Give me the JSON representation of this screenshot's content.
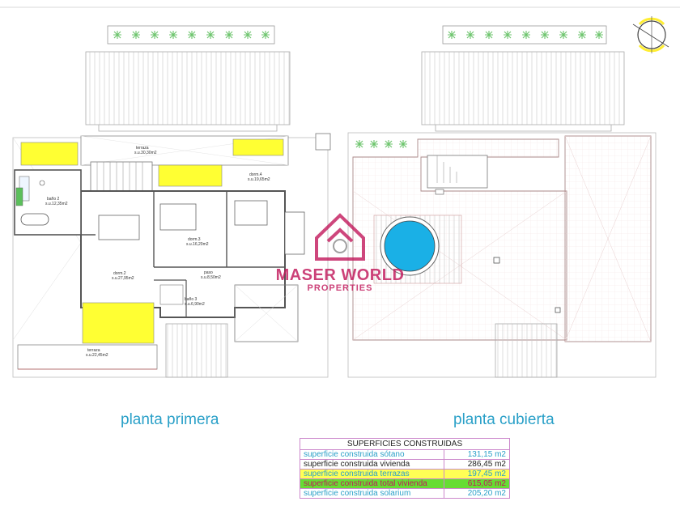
{
  "plans": [
    {
      "id": "primera",
      "title": "planta primera"
    },
    {
      "id": "cubierta",
      "title": "planta cubierta"
    }
  ],
  "rooms": [
    {
      "id": "terraza-top",
      "name": "terraza",
      "area": "s.u.30,30m2"
    },
    {
      "id": "bano2",
      "name": "baño 2",
      "area": "s.u.12,35m2"
    },
    {
      "id": "dorm4",
      "name": "dorm.4",
      "area": "s.u.19,65m2"
    },
    {
      "id": "dorm3",
      "name": "dorm.3",
      "area": "s.u.16,20m2"
    },
    {
      "id": "dorm2",
      "name": "dorm.2",
      "area": "s.u.27,95m2"
    },
    {
      "id": "paso",
      "name": "paso",
      "area": "s.u.8,50m2"
    },
    {
      "id": "bano3",
      "name": "baño 3",
      "area": "s.u.6,90m2"
    },
    {
      "id": "terraza-bottom",
      "name": "terraza",
      "area": "s.u.22,45m2"
    }
  ],
  "watermark": {
    "name": "MASER WORLD",
    "sub": "PROPERTIES"
  },
  "colors": {
    "title": "#2aa0c8",
    "terrace_yellow": "#ffff33",
    "total_green": "#66dd33",
    "pool": "#1ab0e6",
    "watermark": "#c2185b",
    "table_border": "#cc88cc"
  },
  "areas_table": {
    "header": "SUPERFICIES CONSTRUIDAS",
    "rows": [
      {
        "label": "superficie construida sótano",
        "value": "131,15 m2",
        "bg": "#ffffff",
        "color": "#2aa0c8"
      },
      {
        "label": "superficie construida vivienda",
        "value": "286,45 m2",
        "bg": "#ffffff",
        "color": "#222222"
      },
      {
        "label": "superficie construida terrazas",
        "value": "197,45 m2",
        "bg": "#ffff55",
        "color": "#2aa0c8"
      },
      {
        "label": "superficie construida total vivienda",
        "value": "615,05 m2",
        "bg": "#66dd33",
        "color": "#c2185b"
      },
      {
        "label": "superficie construida solarium",
        "value": "205,20 m2",
        "bg": "#ffffff",
        "color": "#2aa0c8"
      }
    ]
  }
}
